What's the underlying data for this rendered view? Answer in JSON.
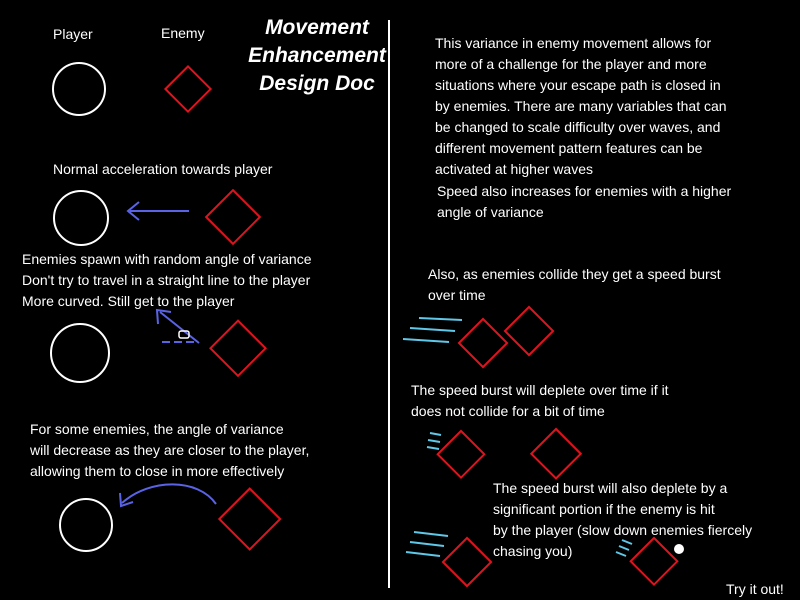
{
  "title": {
    "line1": "Movement",
    "line2": "Enhancement",
    "line3": "Design Doc"
  },
  "legend": {
    "player": "Player",
    "enemy": "Enemy"
  },
  "left": {
    "normal": "Normal acceleration towards player",
    "variance": [
      "Enemies spawn with random angle of variance",
      "Don't try to travel in a straight line to the player",
      "More curved. Still get to the player"
    ],
    "decrease": [
      "For some enemies, the angle of variance",
      "will decrease as they are closer to the player,",
      "allowing them to close in more effectively"
    ]
  },
  "right": {
    "challenge": [
      "This variance in enemy movement allows for",
      "more of a challenge for the player and more",
      "situations where your escape path is closed in",
      "by enemies. There are many variables that can",
      "be changed to scale difficulty over waves, and",
      "different movement pattern features can be",
      "activated at higher waves"
    ],
    "speed": [
      "Speed also increases for enemies with a higher",
      "angle of variance"
    ],
    "collide": [
      "Also, as enemies collide they get a speed burst",
      "over time"
    ],
    "deplete": [
      "The speed burst will deplete over time if it",
      "does not collide for a bit of time"
    ],
    "hit": [
      "The speed burst will also deplete by a",
      "significant portion if the enemy is hit",
      "by the player (slow down enemies fiercely",
      "chasing you)"
    ],
    "try": "Try it out!"
  },
  "colors": {
    "background": "#000000",
    "player_stroke": "#ffffff",
    "enemy_stroke": "#e0141e",
    "arrow": "#5a63e6",
    "speed_lines": "#5fc7e8"
  }
}
